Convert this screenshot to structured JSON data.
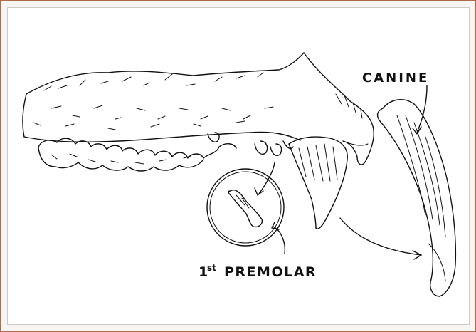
{
  "diagram": {
    "labels": {
      "canine": "CANINE",
      "premolar_prefix": "1",
      "premolar_superscript": "st",
      "premolar_word": "PREMOLAR"
    }
  }
}
